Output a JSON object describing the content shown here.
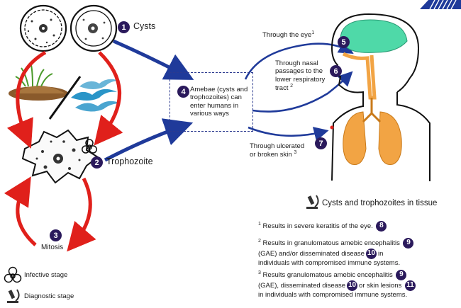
{
  "stages": {
    "cysts": {
      "num": "1",
      "label": "Cysts"
    },
    "trophozoite": {
      "num": "2",
      "label": "Trophozoite"
    },
    "mitosis": {
      "num": "3",
      "label": "Mitosis"
    },
    "entry": {
      "num": "4",
      "line1": "Amebae (cysts and",
      "line2": "trophozoites) can",
      "line3": "enter humans in",
      "line4": "various ways"
    }
  },
  "routes": {
    "eye": {
      "num": "5",
      "label": "Through the eye",
      "sup": "1"
    },
    "nasal": {
      "num": "6",
      "line1": "Through nasal",
      "line2": "passages to the",
      "line3": "lower respiratory",
      "line4": "tract",
      "sup": "2"
    },
    "skin": {
      "num": "7",
      "line1": "Through ulcerated",
      "line2": "or broken skin",
      "sup": "3"
    }
  },
  "tissue": {
    "label": "Cysts and trophozoites in tissue"
  },
  "notes": {
    "n1": {
      "sup": "1",
      "text": "Results in severe keratitis of the eye.",
      "badge": "8"
    },
    "n2": {
      "sup": "2",
      "line1": "Results in granulomatous amebic encephalitis",
      "badge1": "9",
      "line2a": "(GAE) and/or disseminated disease",
      "badge2": "10",
      "line2b": "in",
      "line3": "individuals with compromised immune systems."
    },
    "n3": {
      "sup": "3",
      "line1": "Results granulomatous amebic encephalitis",
      "badge1": "9",
      "line2a": "(GAE), disseminated disease",
      "badge2": "10",
      "line2b": "or skin lesions",
      "badge3": "11",
      "line3": "in individuals with compromised immune systems."
    }
  },
  "legend": {
    "infective": "Infective stage",
    "diagnostic": "Diagnostic stage"
  },
  "colors": {
    "badge": "#2b1a5c",
    "red_arrow": "#e0201b",
    "blue_arrow": "#1f3a9a",
    "lung": "#f2a444",
    "brain": "#4fd9a8"
  }
}
